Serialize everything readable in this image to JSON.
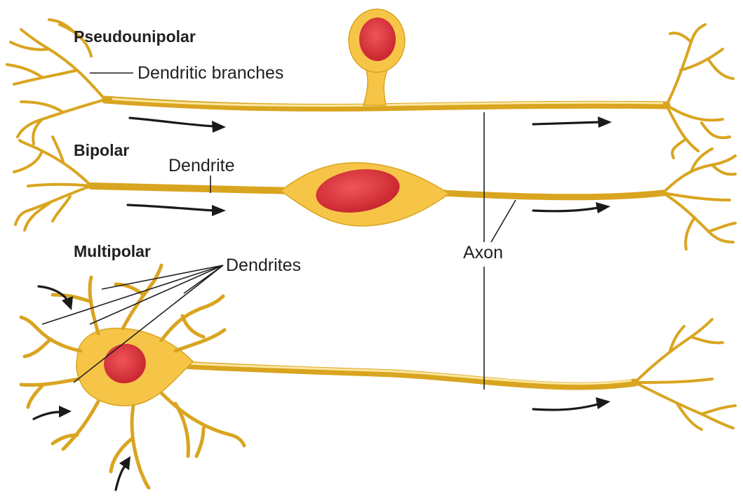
{
  "labels": {
    "pseudounipolar": "Pseudounipolar",
    "bipolar": "Bipolar",
    "multipolar": "Multipolar",
    "dendritic_branches": "Dendritic branches",
    "dendrite": "Dendrite",
    "dendrites": "Dendrites",
    "axon": "Axon"
  },
  "colors": {
    "neuron_body": "#f6c548",
    "neuron_outline": "#d9a520",
    "nucleus": "#d8343c",
    "text": "#231f20"
  }
}
